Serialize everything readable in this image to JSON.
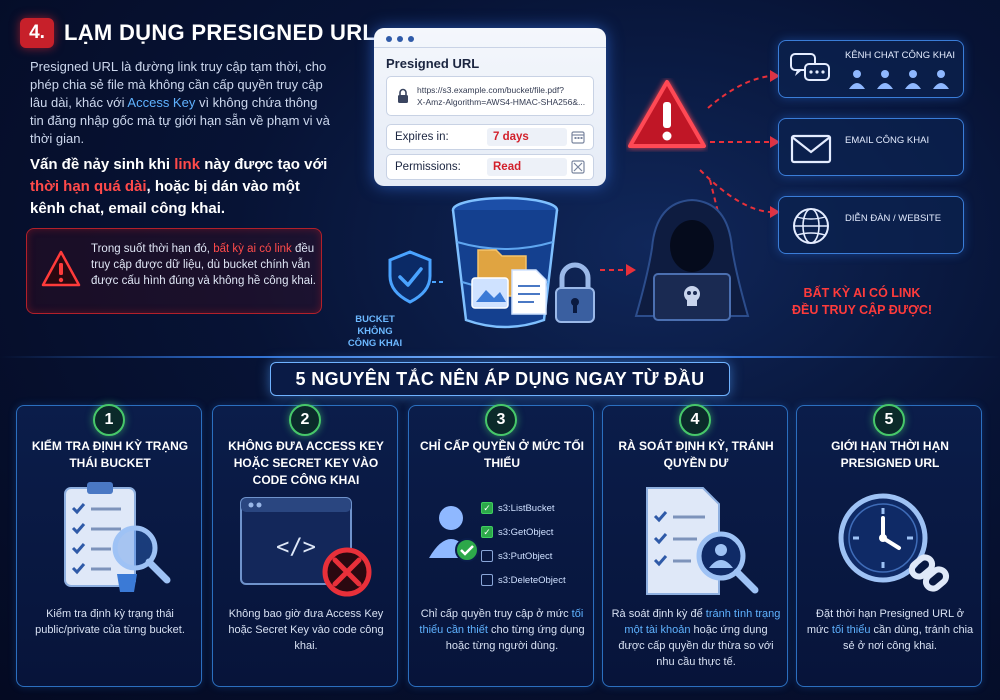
{
  "header": {
    "section_number": "4.",
    "title": "LẠM DỤNG PRESIGNED URL"
  },
  "intro": {
    "part1": "Presigned URL là đường link truy cập tạm thời, cho phép chia sẻ file mà không cần cấp quyền truy cập lâu dài, khác với ",
    "highlight": "Access Key",
    "part2": " vì không chứa thông tin đăng nhập gốc mà tự giới hạn sẵn về phạm vi và thời gian."
  },
  "problem": {
    "part1": "Vấn đề nảy sinh khi ",
    "hl1": "link",
    "part2": " này được tạo với ",
    "hl2": "thời hạn quá dài",
    "part3": ", hoặc bị dán vào một kênh chat, email công khai."
  },
  "warning": {
    "part1": "Trong suốt thời hạn đó, ",
    "highlight": "bất kỳ ai có link",
    "part2": " đều truy cập được dữ liệu, dù bucket chính vẫn được cấu hình đúng và không hề công khai."
  },
  "url_card": {
    "title": "Presigned URL",
    "url_line1": "https://s3.example.com/bucket/file.pdf?",
    "url_line2": "X-Amz-Algorithm=AWS4-HMAC-SHA256&...",
    "expires_label": "Expires in:",
    "expires_value": "7 days",
    "permissions_label": "Permissions:",
    "permissions_value": "Read"
  },
  "channels": [
    {
      "label": "KÊNH CHAT CÔNG KHAI",
      "icon": "chat-icon"
    },
    {
      "label": "EMAIL CÔNG KHAI",
      "icon": "email-icon"
    },
    {
      "label": "DIỄN ĐÀN / WEBSITE",
      "icon": "globe-icon"
    }
  ],
  "bucket_label": "BUCKET KHÔNG CÔNG KHAI",
  "anyone": {
    "line1": "BẤT KỲ AI CÓ LINK",
    "line2": "ĐỀU TRUY CẬP ĐƯỢC!"
  },
  "principles_title": "5 NGUYÊN TẮC NÊN ÁP DỤNG NGAY TỪ ĐẦU",
  "principles": [
    {
      "number": "1",
      "title": "KIỂM TRA ĐỊNH KỲ TRẠNG THÁI BUCKET",
      "desc": "Kiểm tra định kỳ trạng thái public/private của từng bucket.",
      "icon": "checklist-magnifier-icon"
    },
    {
      "number": "2",
      "title": "KHÔNG ĐƯA ACCESS KEY HOẶC SECRET KEY VÀO CODE CÔNG KHAI",
      "desc": "Không bao giờ đưa Access Key hoặc Secret Key vào code công khai.",
      "icon": "code-forbidden-icon"
    },
    {
      "number": "3",
      "title": "CHỈ CẤP QUYỀN Ở MỨC TỐI THIỂU",
      "desc_part1": "Chỉ cấp quyền truy cập ở mức ",
      "desc_highlight": "tối thiểu cần thiết",
      "desc_part2": " cho từng ứng dụng hoặc từng người dùng.",
      "permissions": [
        {
          "name": "s3:ListBucket",
          "checked": true
        },
        {
          "name": "s3:GetObject",
          "checked": true
        },
        {
          "name": "s3:PutObject",
          "checked": false
        },
        {
          "name": "s3:DeleteObject",
          "checked": false
        }
      ],
      "icon": "user-check-icon"
    },
    {
      "number": "4",
      "title": "RÀ SOÁT ĐỊNH KỲ, TRÁNH QUYỀN DƯ",
      "desc_part1": "Rà soát định kỳ để ",
      "desc_highlight": "tránh tình trạng một tài khoản",
      "desc_part2": " hoặc ứng dụng được cấp quyền dư thừa so với nhu cầu thực tế.",
      "icon": "document-user-search-icon"
    },
    {
      "number": "5",
      "title": "GIỚI HẠN THỜI HẠN PRESIGNED URL",
      "desc_part1": "Đặt thời hạn Presigned URL ở mức ",
      "desc_highlight": "tối thiểu",
      "desc_part2": " cần dùng, tránh chia sẻ ở nơi công khai.",
      "icon": "clock-link-icon"
    }
  ],
  "colors": {
    "background": "#071335",
    "accent_blue": "#5fb2ff",
    "accent_red": "#ff3b3b",
    "accent_green": "#47c86a"
  }
}
